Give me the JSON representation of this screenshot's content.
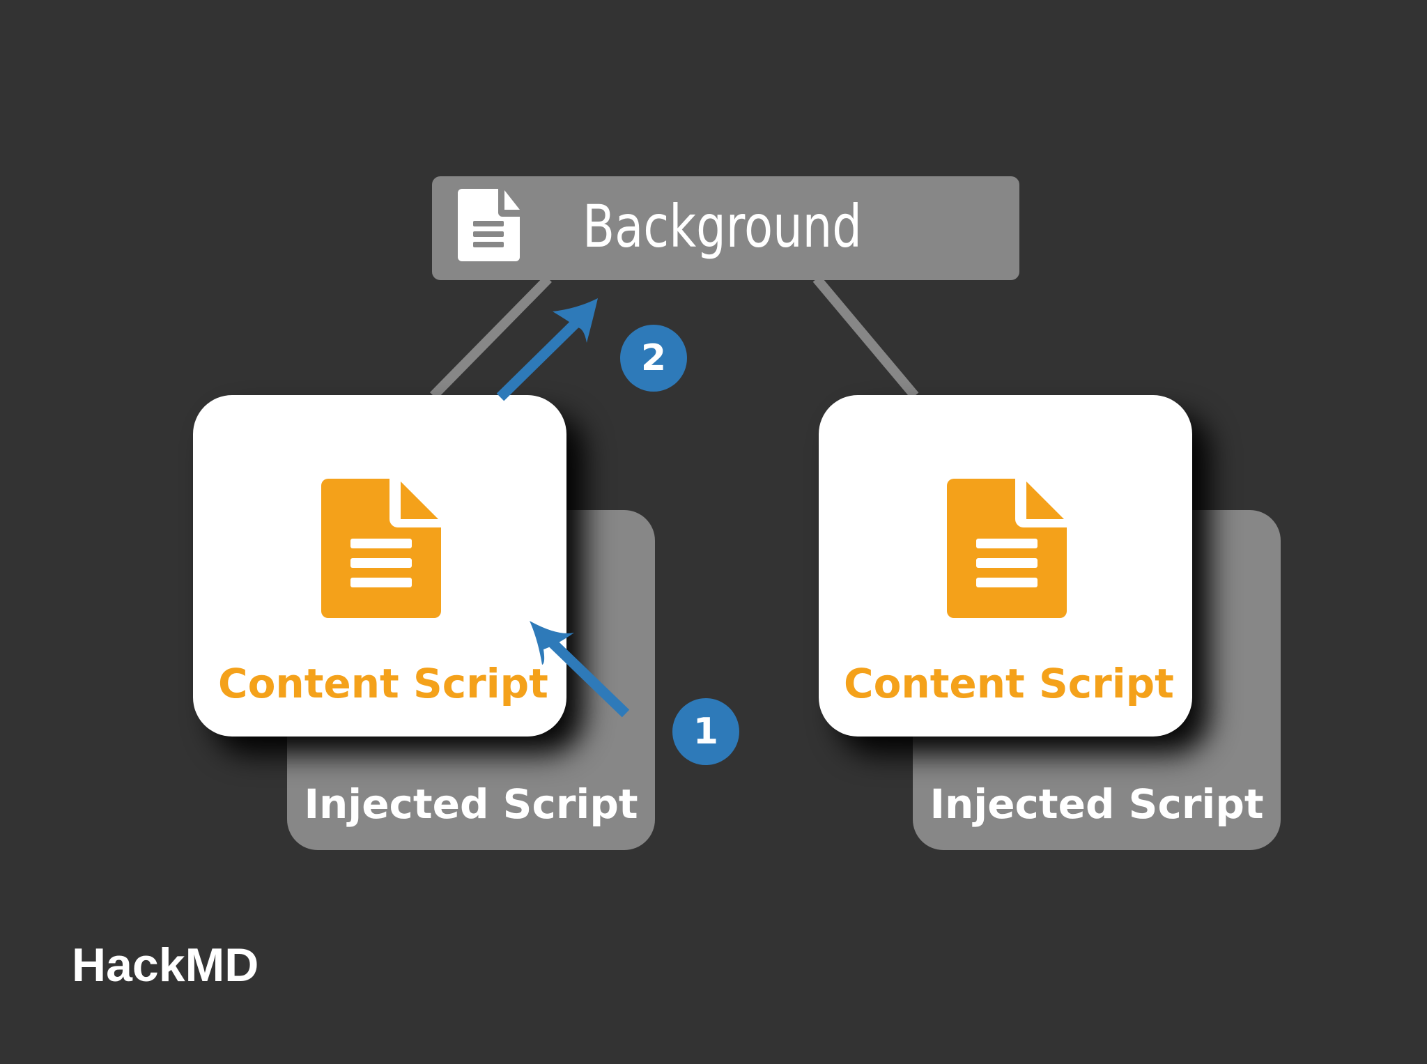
{
  "background_node": {
    "label": "Background",
    "icon": "document-icon"
  },
  "content_scripts": [
    {
      "label": "Content Script",
      "icon": "document-icon",
      "injected_label": "Injected Script"
    },
    {
      "label": "Content Script",
      "icon": "document-icon",
      "injected_label": "Injected Script"
    }
  ],
  "steps": [
    {
      "number": "1",
      "description": "Injected Script to Content Script"
    },
    {
      "number": "2",
      "description": "Content Script to Background"
    }
  ],
  "brand": "HackMD",
  "colors": {
    "background": "#333333",
    "node_gray": "#878787",
    "accent_orange": "#F4A11A",
    "arrow_blue": "#2E7AB9",
    "card_white": "#FFFFFF"
  }
}
